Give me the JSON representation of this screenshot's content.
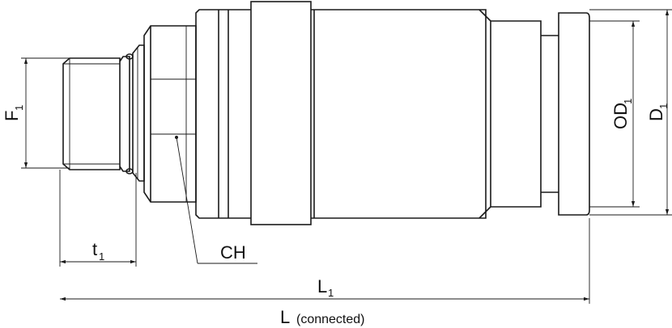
{
  "dimensions": {
    "f_main": "F",
    "f_sub": "1",
    "od_main": "OD",
    "od_sub": "1",
    "d_main": "D",
    "d_sub": "1",
    "t_main": "t",
    "t_sub": "1",
    "ch": "CH",
    "l1_main": "L",
    "l1_sub": "1",
    "l_main": "L",
    "l_note": "(connected)"
  }
}
